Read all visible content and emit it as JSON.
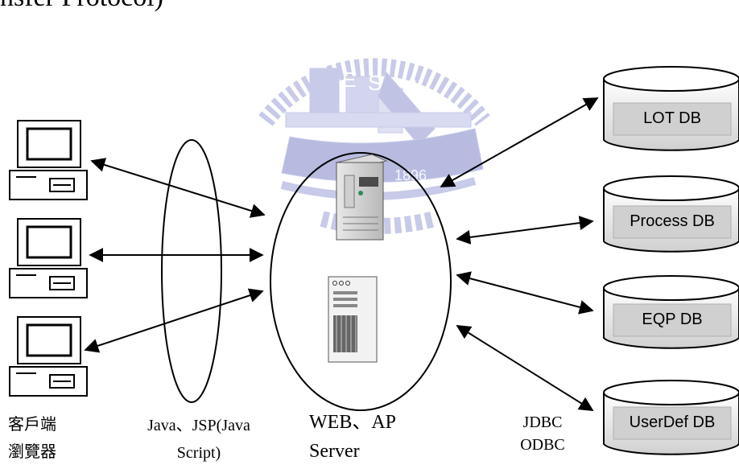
{
  "top_fragment": "nsfer Protocol)",
  "watermark_text": "1896",
  "watermark_letters": [
    "E",
    "S",
    "A"
  ],
  "clients_caption": [
    "客戶端",
    "瀏覽器"
  ],
  "protocol_caption": [
    "Java、JSP(Java",
    "Script)"
  ],
  "server_caption": [
    "WEB、AP",
    "Server"
  ],
  "db_protocol_caption": [
    "JDBC",
    "ODBC"
  ],
  "databases": [
    "LOT DB",
    "Process DB",
    "EQP DB",
    "UserDef DB"
  ],
  "colors": {
    "line": "#000000",
    "db_fill_top": "#ffffff",
    "db_fill_bottom": "#cfcfcf",
    "watermark": "#9aa0d6"
  }
}
